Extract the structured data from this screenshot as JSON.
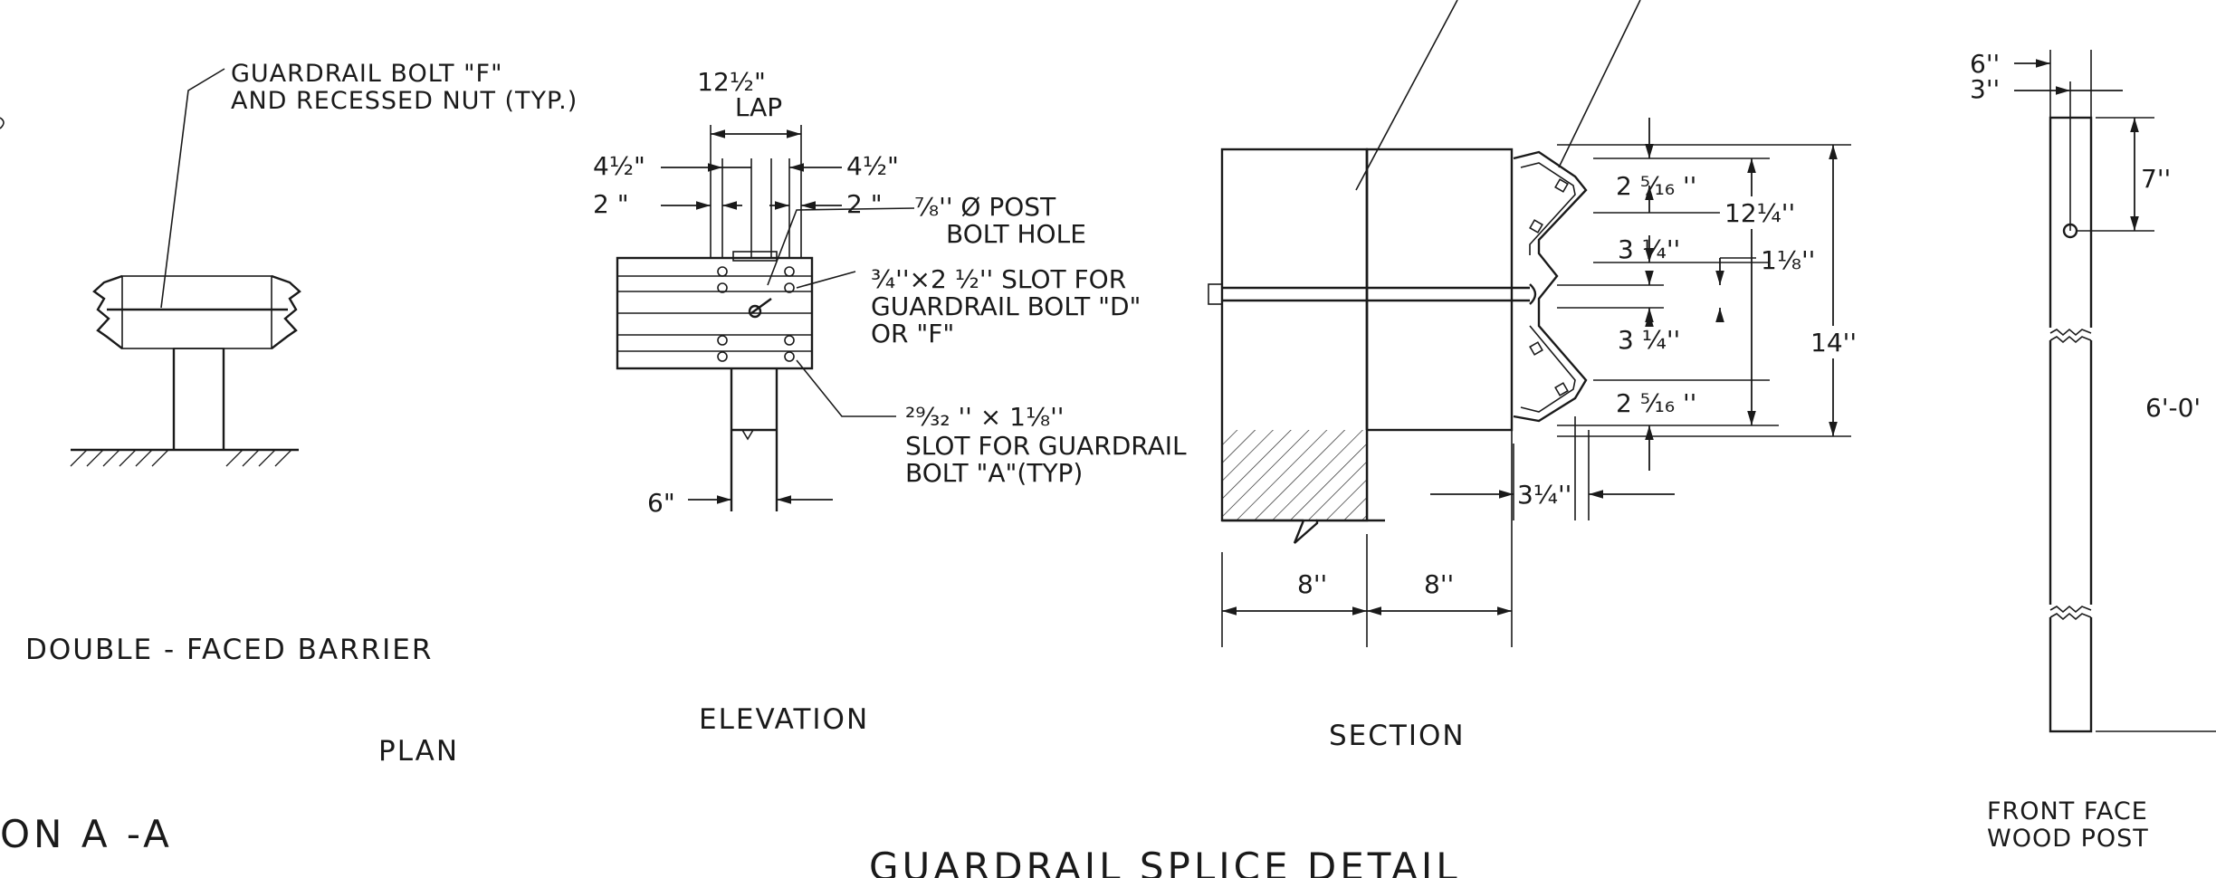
{
  "left_view": {
    "callout": [
      "GUARDRAIL BOLT \"F\"",
      "AND RECESSED NUT (TYP.)"
    ],
    "caption_double_faced": "DOUBLE - FACED BARRIER",
    "caption_plan": "PLAN",
    "caption_section_cut": "ON A -A"
  },
  "elevation": {
    "lap": [
      "12½\"",
      "LAP"
    ],
    "dim_left_4_5": "4½\"",
    "dim_left_2": "2 \"",
    "dim_right_4_5": "4½\"",
    "dim_right_2": "2 \"",
    "post_bolt_hole": [
      "⅞'' Ø POST",
      "BOLT HOLE"
    ],
    "slot_d_f": [
      "¾''×2 ½'' SLOT FOR",
      "GUARDRAIL BOLT \"D\"",
      "OR \"F\""
    ],
    "slot_a": [
      "²⁹⁄₃₂ '' × 1⅛''",
      "SLOT FOR GUARDRAIL",
      "BOLT \"A\"(TYP)"
    ],
    "dim_post_width": "6\"",
    "caption": "ELEVATION"
  },
  "section": {
    "dim_a": "2 ⁵⁄₁₆ ''",
    "dim_b": "12¼''",
    "dim_c": "3 ¼''",
    "dim_d": "1⅛''",
    "dim_e": "14''",
    "dim_f": "3 ¼''",
    "dim_g": "2 ⁵⁄₁₆ ''",
    "dim_h": "3¼''",
    "dim_width_1": "8''",
    "dim_width_2": "8''",
    "caption": "SECTION"
  },
  "post_view": {
    "dim_6": "6''",
    "dim_3": "3''",
    "dim_7": "7''",
    "dim_length": "6'-0'",
    "caption": [
      "FRONT FACE",
      "WOOD POST"
    ]
  },
  "title": "GUARDRAIL SPLICE DETAIL"
}
